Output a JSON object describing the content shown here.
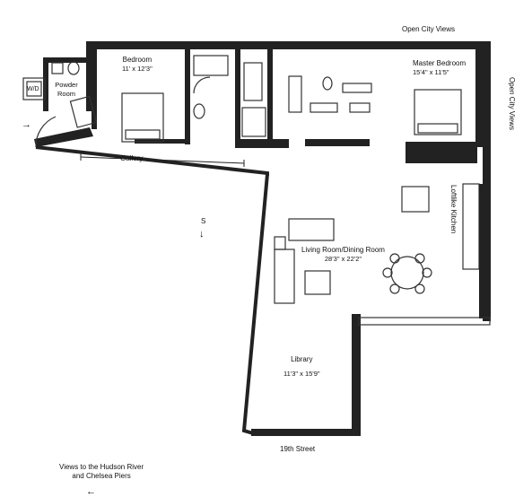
{
  "rooms": {
    "bedroom": {
      "name": "Bedroom",
      "dims": "11' x 12'3\""
    },
    "master_bedroom": {
      "name": "Master Bedroom",
      "dims": "15'4\" x 11'5\""
    },
    "powder_room": {
      "name": "Powder Room"
    },
    "washer_dryer": {
      "name": "W/D"
    },
    "gallery": {
      "name": "Gallery"
    },
    "kitchen": {
      "name": "Loftlike Kitchen"
    },
    "living_dining": {
      "name": "Living Room/Dining Room",
      "dims": "28'3\" x 22'2\""
    },
    "library": {
      "name": "Library",
      "dims": "11'3\" x 15'9\""
    }
  },
  "annotations": {
    "open_city_views_top": "Open City Views",
    "open_city_views_right": "Open City Views",
    "hudson_views_line1": "Views to the Hudson River",
    "hudson_views_line2": "and Chelsea Piers",
    "street": "19th Street",
    "compass": "S"
  },
  "glyphs": {
    "compass_arrow": "↓",
    "hudson_arrow": "←",
    "entry_arrow": "→"
  }
}
